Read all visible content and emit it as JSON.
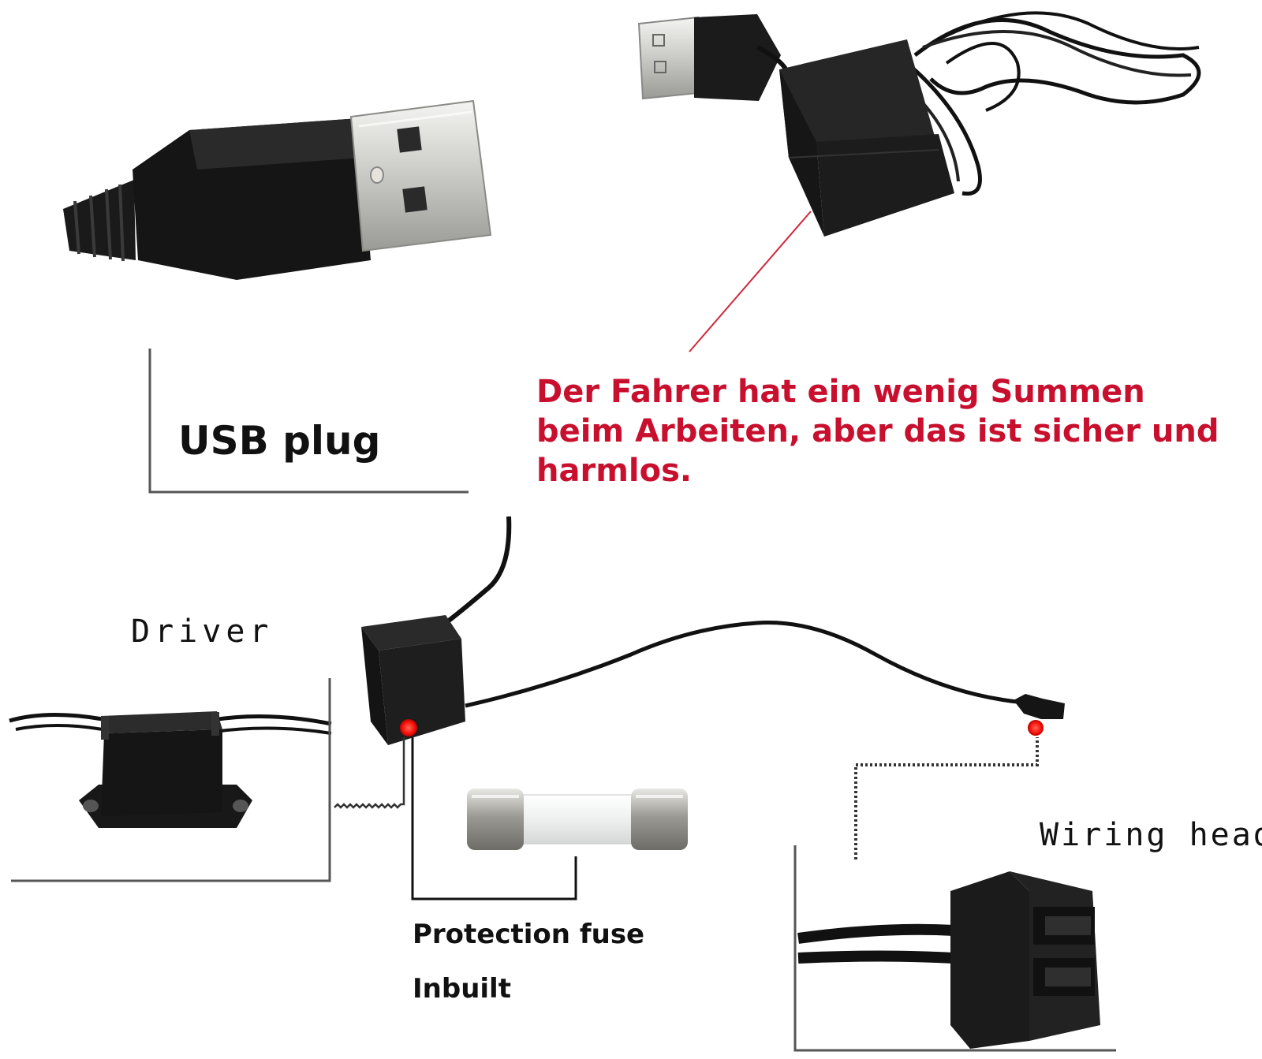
{
  "labels": {
    "usb_plug": "USB plug",
    "driver": "Driver",
    "wiring_head": "Wiring head",
    "protection_fuse": "Protection fuse",
    "inbuilt": "Inbuilt"
  },
  "note": {
    "lines": [
      "Der Fahrer hat ein wenig Summen",
      "beim Arbeiten, aber das ist sicher und",
      "harmlos."
    ]
  },
  "colors": {
    "note_text": "#c8102e",
    "leader_line": "#d0283c",
    "indicator_dot": "#ff2020",
    "label_text": "#111111"
  }
}
